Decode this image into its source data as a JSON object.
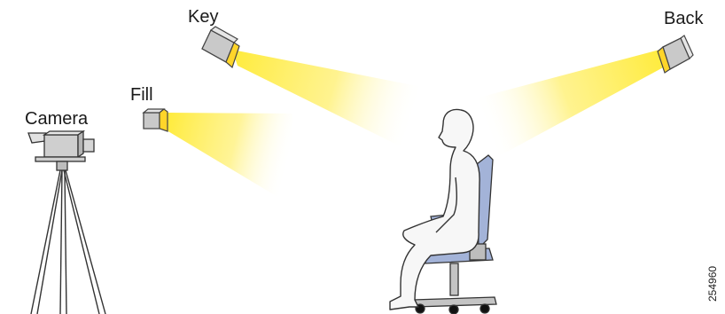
{
  "labels": {
    "key": "Key",
    "back": "Back",
    "fill": "Fill",
    "camera": "Camera"
  },
  "figure_id": "254960",
  "colors": {
    "beam": "#ffeb3b",
    "light_body": "#c9c9c9",
    "chair": "#a3b3d8",
    "person_outline": "#333333",
    "person_fill": "#f7f7f7"
  }
}
